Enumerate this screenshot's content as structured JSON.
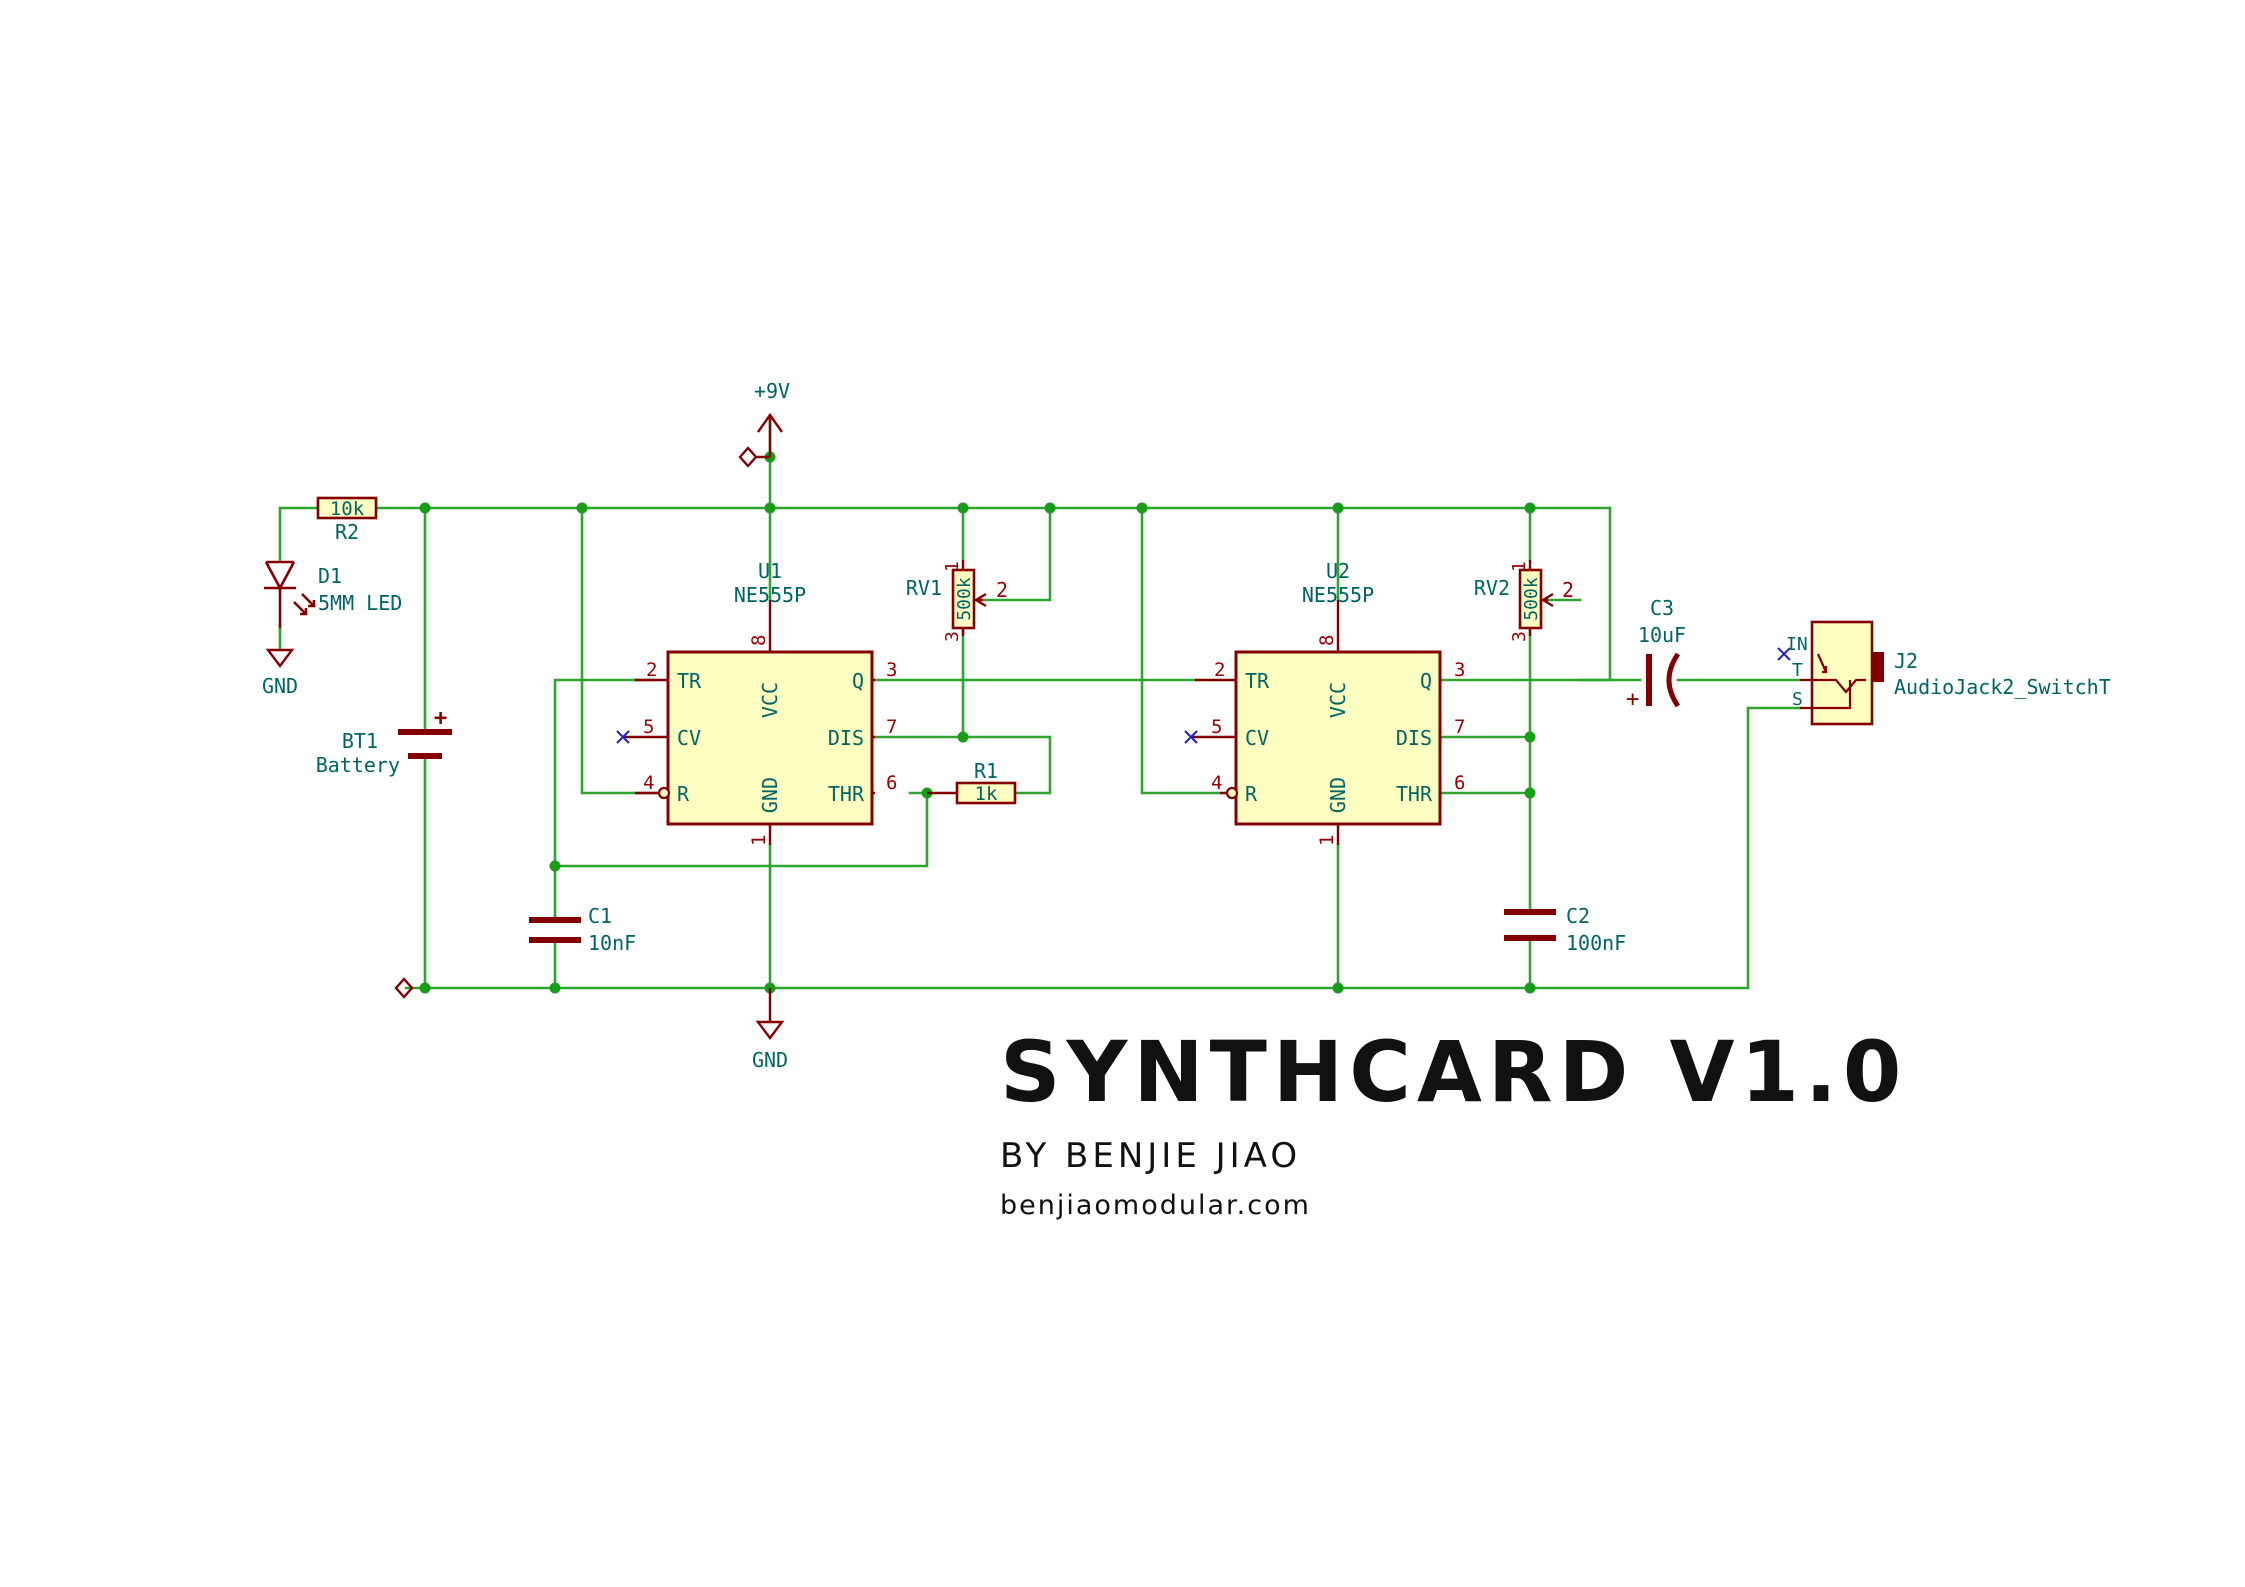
{
  "colors": {
    "wire": "#2ea52e",
    "junction": "#1a9c1a",
    "component": "#840000",
    "body_fill": "#ffffc2",
    "pin_text": "#9a0000",
    "ref_text": "#006464",
    "title_text": "#111111",
    "nc_mark": "#2020c0"
  },
  "power": {
    "vcc_label": "+9V",
    "gnd_label": "GND",
    "gnd_label_2": "GND"
  },
  "components": {
    "u1": {
      "ref": "U1",
      "value": "NE555P"
    },
    "u2": {
      "ref": "U2",
      "value": "NE555P"
    },
    "rv1": {
      "ref": "RV1",
      "value": "500k",
      "pin1": "1",
      "pin2": "2",
      "pin3": "3"
    },
    "rv2": {
      "ref": "RV2",
      "value": "500k",
      "pin1": "1",
      "pin2": "2",
      "pin3": "3"
    },
    "r1": {
      "ref": "R1",
      "value": "1k"
    },
    "r2": {
      "ref": "R2",
      "value": "10k"
    },
    "d1": {
      "ref": "D1",
      "value": "5MM LED"
    },
    "bt1": {
      "ref": "BT1",
      "value": "Battery",
      "plus": "+"
    },
    "c1": {
      "ref": "C1",
      "value": "10nF"
    },
    "c2": {
      "ref": "C2",
      "value": "100nF"
    },
    "c3": {
      "ref": "C3",
      "value": "10uF",
      "plus": "+"
    },
    "j2": {
      "ref": "J2",
      "value": "AudioJack2_SwitchT",
      "pin_in": "IN",
      "pin_t": "T",
      "pin_s": "S"
    }
  },
  "ic_pins": {
    "tr_name": "TR",
    "tr_num": "2",
    "cv_name": "CV",
    "cv_num": "5",
    "r_name": "R",
    "r_num": "4",
    "vcc_name": "VCC",
    "vcc_num": "8",
    "gnd_name": "GND",
    "gnd_num": "1",
    "q_name": "Q",
    "q_num": "3",
    "dis_name": "DIS",
    "dis_num": "7",
    "thr_name": "THR",
    "thr_num": "6"
  },
  "title": {
    "main": "SYNTHCARD V1.0",
    "by": "BY BENJIE JIAO",
    "url": "benjiaomodular.com"
  }
}
